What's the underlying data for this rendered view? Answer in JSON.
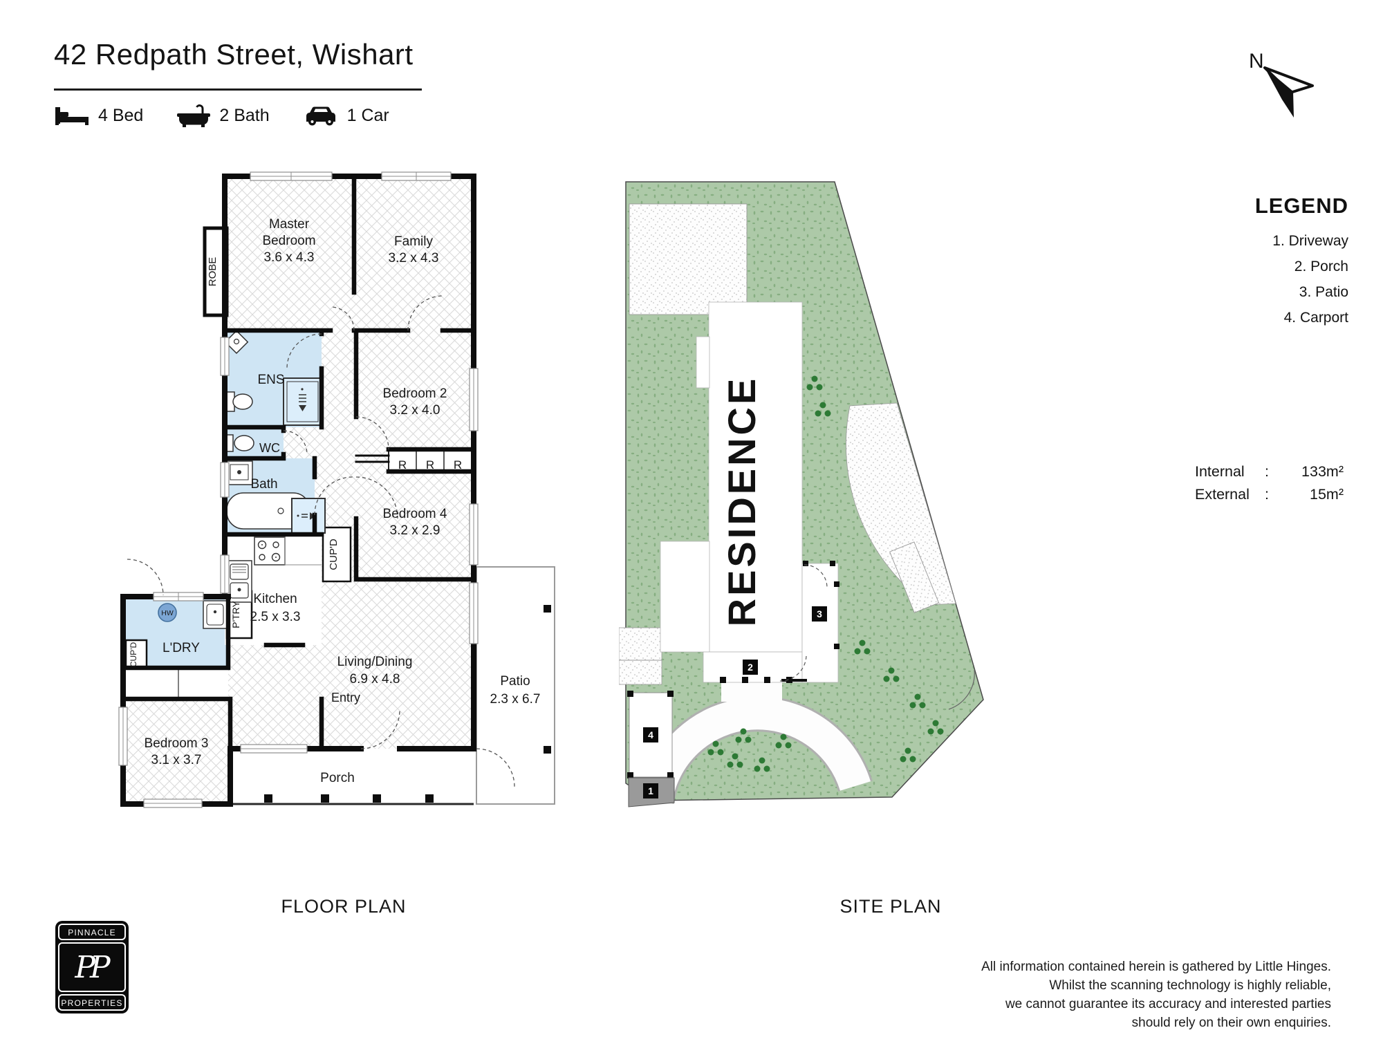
{
  "header": {
    "title": "42 Redpath Street, Wishart",
    "features": {
      "beds": "4 Bed",
      "baths": "2 Bath",
      "cars": "1 Car"
    }
  },
  "north_indicator": {
    "label": "N"
  },
  "floor_plan": {
    "caption": "FLOOR PLAN",
    "rooms": {
      "master": {
        "line1": "Master",
        "line2": "Bedroom",
        "dims": "3.6 x 4.3"
      },
      "family": {
        "name": "Family",
        "dims": "3.2 x 4.3"
      },
      "bedroom2": {
        "name": "Bedroom 2",
        "dims": "3.2 x 4.0"
      },
      "bedroom3": {
        "name": "Bedroom 3",
        "dims": "3.1 x 3.7"
      },
      "bedroom4": {
        "name": "Bedroom 4",
        "dims": "3.2 x 2.9"
      },
      "kitchen": {
        "name": "Kitchen",
        "dims": "2.5 x 3.3"
      },
      "living": {
        "name": "Living/Dining",
        "dims": "6.9 x 4.8"
      },
      "patio": {
        "name": "Patio",
        "dims": "2.3 x 6.7"
      },
      "ens": "ENS",
      "wc": "WC",
      "bath": "Bath",
      "laundry": "L'DRY",
      "entry": "Entry",
      "porch": "Porch",
      "robe": "ROBE",
      "cupboard": "CUP'D",
      "pantry": "P'TRY",
      "hot_water": "HW",
      "robe_letter": "R"
    }
  },
  "site_plan": {
    "caption": "SITE PLAN",
    "residence": "RESIDENCE",
    "markers": {
      "driveway": "1",
      "porch": "2",
      "patio": "3",
      "carport": "4"
    }
  },
  "legend": {
    "title": "LEGEND",
    "items": [
      "1. Driveway",
      "2. Porch",
      "3. Patio",
      "4. Carport"
    ]
  },
  "areas": {
    "internal_label": "Internal",
    "internal_value": "133m²",
    "external_label": "External",
    "external_value": "15m²",
    "separator": ":"
  },
  "logo": {
    "top": "PINNACLE",
    "monogram": "PP",
    "bottom": "PROPERTIES"
  },
  "disclaimer": {
    "line1": "All information contained herein is gathered by Little Hinges.",
    "line2": "Whilst the scanning technology is highly reliable,",
    "line3": "we cannot guarantee its accuracy and interested parties",
    "line4": "should rely on their own enquiries."
  },
  "colors": {
    "wet_area": "#cfe5f4",
    "grass": "#adc9a8",
    "shrub": "#2d7a35",
    "driveway": "#9a9a9a",
    "wall": "#0d0d0d"
  }
}
